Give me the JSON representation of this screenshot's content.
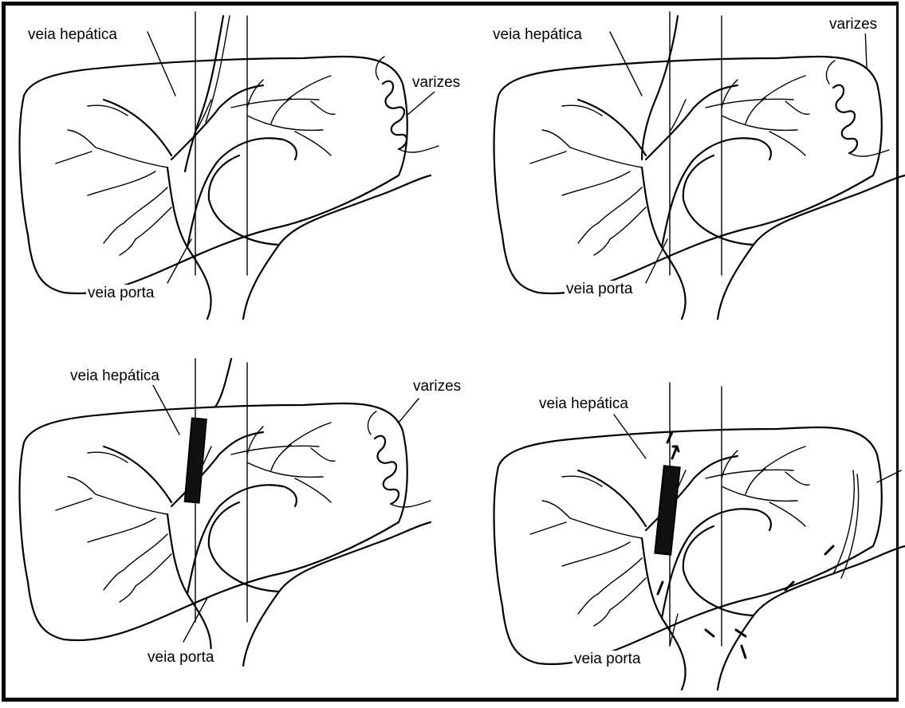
{
  "panels": [
    {
      "id": "top-left",
      "labels": {
        "hepatic": "veia hepática",
        "portal": "veia porta",
        "varices": "varizes"
      },
      "has_catheter": true,
      "has_shunt": false,
      "has_flow_arrows": false,
      "has_varices": true
    },
    {
      "id": "top-right",
      "labels": {
        "hepatic": "veia hepática",
        "portal": "veia porta",
        "varices": "varizes"
      },
      "has_catheter": true,
      "has_shunt": false,
      "has_flow_arrows": false,
      "has_varices": true
    },
    {
      "id": "bottom-left",
      "labels": {
        "hepatic": "veia hepática",
        "portal": "veia porta",
        "varices": "varizes"
      },
      "has_catheter": true,
      "has_shunt": true,
      "has_flow_arrows": false,
      "has_varices": true
    },
    {
      "id": "bottom-right",
      "labels": {
        "hepatic": "veia hepática",
        "portal": "veia porta"
      },
      "has_catheter": false,
      "has_shunt": true,
      "has_flow_arrows": true,
      "has_varices": false
    }
  ],
  "colors": {
    "ink": "#000000",
    "background": "#ffffff"
  }
}
